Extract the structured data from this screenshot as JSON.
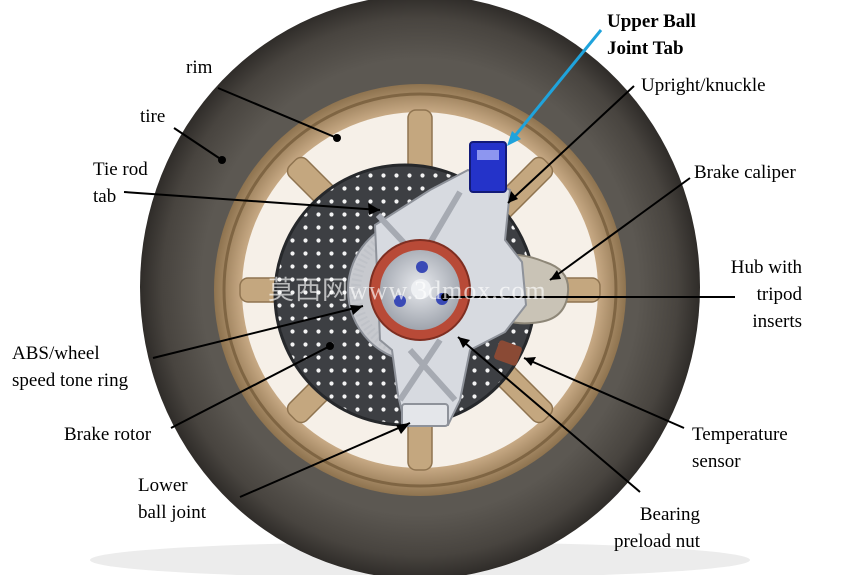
{
  "labels": {
    "upper_ball_joint_tab": [
      "Upper Ball",
      "Joint Tab"
    ],
    "upright_knuckle": "Upright/knuckle",
    "brake_caliper": "Brake caliper",
    "hub_with_tripod_inserts": [
      "Hub with",
      "tripod",
      "inserts"
    ],
    "temperature_sensor": [
      "Temperature",
      "sensor"
    ],
    "bearing_preload_nut": [
      "Bearing",
      "preload nut"
    ],
    "rim": "rim",
    "tire": "tire",
    "tie_rod_tab": [
      "Tie rod",
      "tab"
    ],
    "abs_tone_ring": [
      "ABS/wheel",
      "speed tone ring"
    ],
    "brake_rotor": "Brake rotor",
    "lower_ball_joint": [
      "Lower",
      "ball joint"
    ]
  },
  "watermark": "莫西网www.3dmox.com",
  "colors": {
    "tire": "#4a4641",
    "rim": "#c9b08c",
    "rotor": "#3b3d40",
    "upright": "#d6d9df",
    "hub_ring": "#b84a37",
    "upper_tab": "#2433c9",
    "callout_highlight": "#1fa3dc",
    "temp_sensor": "#8a4a35"
  }
}
